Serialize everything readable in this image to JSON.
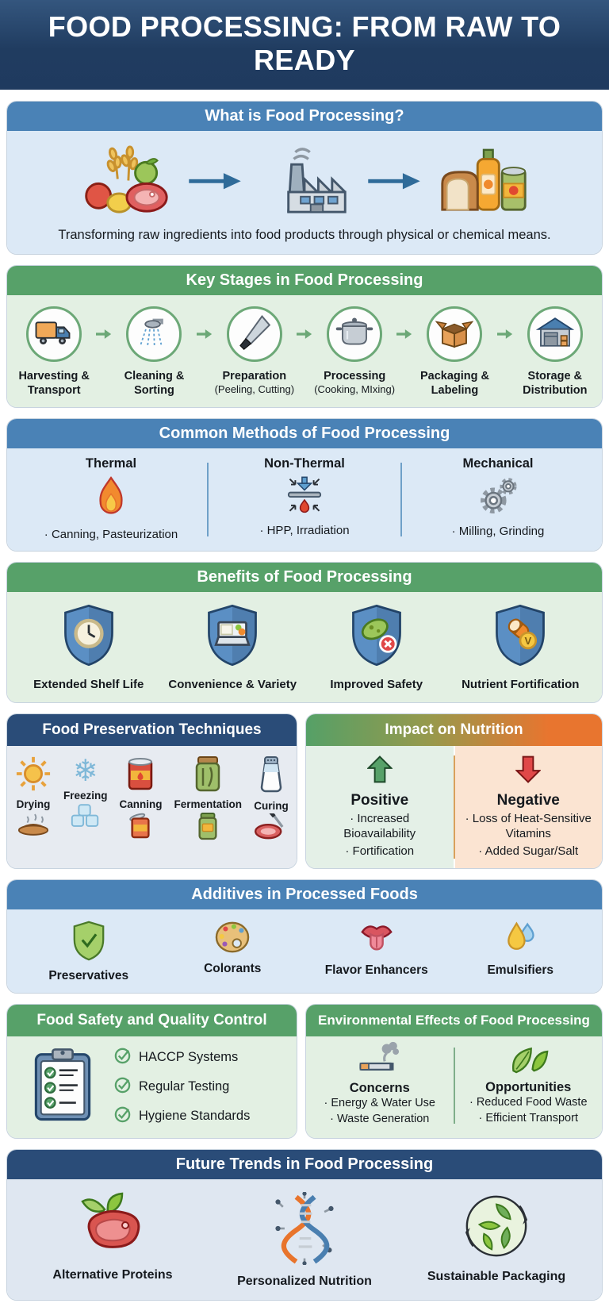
{
  "title": "FOOD PROCESSING: FROM RAW TO READY",
  "colors": {
    "banner_navy": "#1F3A5F",
    "header_blue": "#4A82B6",
    "header_green": "#57A169",
    "header_navy": "#2A4C78",
    "header_gradient_start": "#55A067",
    "header_gradient_end": "#E8752F",
    "body_light_blue": "#DCE9F6",
    "body_light_green": "#E3F0E3",
    "positive_bg": "#E4F0E7",
    "negative_bg": "#FBE4D2"
  },
  "what": {
    "header": "What is Food Processing?",
    "caption": "Transforming raw ingredients into food products through physical or chemical means.",
    "flow": [
      "raw-ingredients-icon",
      "arrow-right-icon",
      "factory-icon",
      "arrow-right-icon",
      "food-products-icon"
    ]
  },
  "stages": {
    "header": "Key Stages in Food Processing",
    "items": [
      {
        "title": "Harvesting & Transport",
        "sub": "",
        "icon": "truck-icon"
      },
      {
        "title": "Cleaning & Sorting",
        "sub": "",
        "icon": "spray-icon"
      },
      {
        "title": "Preparation",
        "sub": "(Peeling, Cutting)",
        "icon": "knife-icon"
      },
      {
        "title": "Processing",
        "sub": "(Cooking, MIxing)",
        "icon": "cooking-pot-icon"
      },
      {
        "title": "Packaging & Labeling",
        "sub": "",
        "icon": "cardboard-box-icon"
      },
      {
        "title": "Storage & Distribution",
        "sub": "",
        "icon": "warehouse-icon"
      }
    ]
  },
  "methods": {
    "header": "Common Methods of Food Processing",
    "columns": [
      {
        "title": "Thermal",
        "desc": "· Canning, Pasteurization",
        "icon": "flame-icon"
      },
      {
        "title": "Non-Thermal",
        "desc": "· HPP, Irradiation",
        "icon": "pressure-press-icon"
      },
      {
        "title": "Mechanical",
        "desc": "· Milling, Grinding",
        "icon": "gears-icon"
      }
    ]
  },
  "benefits": {
    "header": "Benefits of Food Processing",
    "items": [
      {
        "label": "Extended Shelf Life",
        "icon": "shield-clock-icon"
      },
      {
        "label": "Convenience & Variety",
        "icon": "shield-meal-icon"
      },
      {
        "label": "Improved Safety",
        "icon": "shield-microbe-icon"
      },
      {
        "label": "Nutrient Fortification",
        "icon": "shield-vitamins-icon"
      }
    ]
  },
  "preservation": {
    "header": "Food Preservation Techniques",
    "items": [
      {
        "label": "Drying",
        "icon": "sun-icon",
        "icon2": "pie-icon"
      },
      {
        "label": "Freezing",
        "icon": "snowflake-icon",
        "icon2": "ice-cubes-icon"
      },
      {
        "label": "Canning",
        "icon": "tin-can-icon",
        "icon2": "opened-can-icon"
      },
      {
        "label": "Fermentation",
        "icon": "pickle-jar-icon",
        "icon2": "small-jar-icon"
      },
      {
        "label": "Curing",
        "icon": "salt-shaker-icon",
        "icon2": "cured-meat-icon"
      }
    ]
  },
  "impact": {
    "header": "Impact on Nutrition",
    "positive": {
      "title": "Positive",
      "bullets": [
        "· Increased Bioavailability",
        "· Fortification"
      ]
    },
    "negative": {
      "title": "Negative",
      "bullets": [
        "· Loss of Heat-Sensitive Vitamins",
        "· Added Sugar/Salt"
      ]
    }
  },
  "additives": {
    "header": "Additives in Processed Foods",
    "items": [
      {
        "label": "Preservatives",
        "icon": "shield-check-icon"
      },
      {
        "label": "Colorants",
        "icon": "palette-icon"
      },
      {
        "label": "Flavor Enhancers",
        "icon": "tongue-icon"
      },
      {
        "label": "Emulsifiers",
        "icon": "droplets-icon"
      }
    ]
  },
  "safety": {
    "header": "Food Safety and Quality Control",
    "items": [
      "HACCP Systems",
      "Regular Testing",
      "Hygiene Standards"
    ]
  },
  "environment": {
    "header": "Environmental Effects of Food Processing",
    "concerns": {
      "title": "Concerns",
      "bullets": [
        "· Energy & Water Use",
        "· Waste Generation"
      ]
    },
    "opportunities": {
      "title": "Opportunities",
      "bullets": [
        "· Reduced Food Waste",
        "· Efficient Transport"
      ]
    }
  },
  "trends": {
    "header": "Future Trends in Food Processing",
    "items": [
      {
        "label": "Alternative Proteins",
        "icon": "meat-leaf-icon"
      },
      {
        "label": "Personalized Nutrition",
        "icon": "dna-icon"
      },
      {
        "label": "Sustainable Packaging",
        "icon": "recycle-leaves-icon"
      }
    ]
  }
}
